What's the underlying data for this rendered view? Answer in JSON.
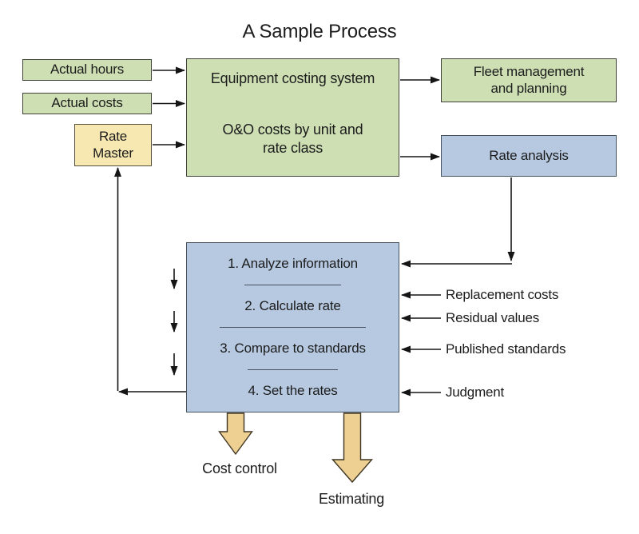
{
  "title": "A Sample Process",
  "colors": {
    "green": "#cddfb3",
    "blue": "#b6c9e0",
    "yellow": "#f6e8b0",
    "tan": "#edd092",
    "line": "#151515",
    "text": "#1c1c1c"
  },
  "inputs": [
    {
      "label": "Actual hours"
    },
    {
      "label": "Actual costs"
    }
  ],
  "rate_master": {
    "label": "Rate Master"
  },
  "costing_system": {
    "title": "Equipment costing system",
    "subtitle": "O&O costs by unit and rate class"
  },
  "outputs": {
    "fleet": "Fleet management and planning",
    "rate_analysis": "Rate analysis"
  },
  "steps": [
    "1. Analyze information",
    "2. Calculate rate",
    "3. Compare to standards",
    "4. Set the rates"
  ],
  "side_inputs": [
    "Replacement costs",
    "Residual values",
    "Published standards",
    "Judgment"
  ],
  "bottom_outputs": [
    "Cost control",
    "Estimating"
  ]
}
